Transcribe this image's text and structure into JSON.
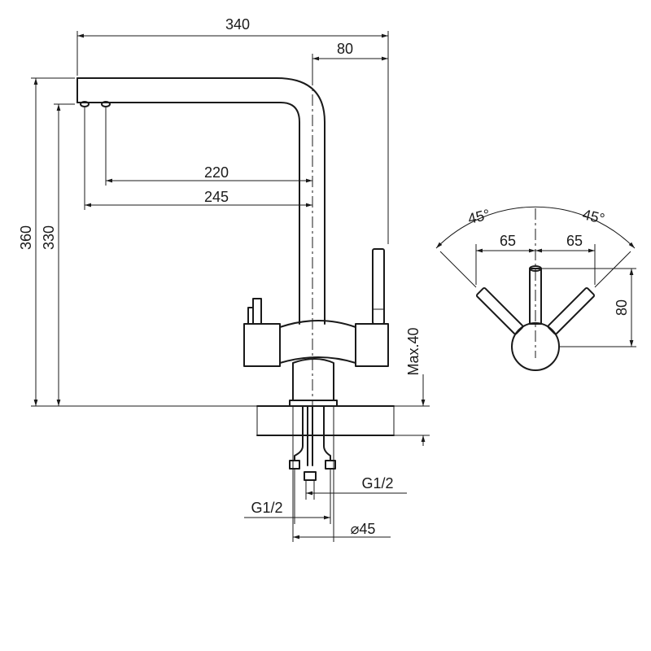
{
  "drawing": {
    "dimensions": {
      "overall_length": "340",
      "spout_depth": "80",
      "reach_220": "220",
      "reach_245": "245",
      "height_360": "360",
      "height_330": "330",
      "max_thickness": "Max.40",
      "thread_right": "G1/2",
      "thread_left": "G1/2",
      "hole_diameter": "45",
      "diameter_symbol": "⌀"
    },
    "top_view": {
      "angle_left": "45°",
      "angle_right": "45°",
      "offset_left": "65",
      "offset_right": "65",
      "handle_height": "80"
    }
  }
}
